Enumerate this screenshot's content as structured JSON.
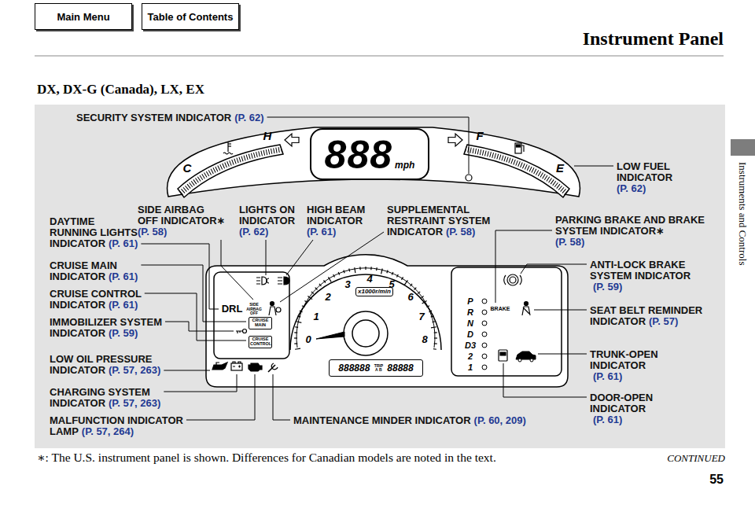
{
  "diagram": {
    "title": "Instrument Panel",
    "nodes": [
      {
        "text": [
          "Main Menu"
        ]
      },
      {
        "text": [
          "Table of Contents"
        ]
      },
      {
        "text": [
          "888",
          "mph"
        ]
      },
      {
        "text": [
          "CRUISE MAIN"
        ]
      },
      {
        "text": [
          "CRUISE CONTROL"
        ]
      },
      {
        "text": [
          "x1000r/min"
        ]
      },
      {
        "text": [
          "888888",
          "TRIP A B",
          "88888"
        ]
      }
    ],
    "labels": [
      "DX, DX-G (Canada), LX, EX",
      "SECURITY SYSTEM INDICATOR",
      "(P. 62)",
      "LOW FUEL INDICATOR",
      "(P. 62)",
      "DAYTIME RUNNING LIGHTS INDICATOR",
      "(P. 61)",
      "SIDE AIRBAG OFF INDICATOR∗",
      "(P. 58)",
      "LIGHTS ON INDICATOR",
      "(P. 62)",
      "HIGH BEAM INDICATOR",
      "(P. 61)",
      "SUPPLEMENTAL RESTRAINT SYSTEM INDICATOR",
      "(P. 58)",
      "PARKING BRAKE AND BRAKE SYSTEM INDICATOR∗",
      "(P. 58)",
      "CRUISE MAIN INDICATOR",
      "(P. 61)",
      "ANTI-LOCK BRAKE SYSTEM INDICATOR",
      "(P. 59)",
      "CRUISE CONTROL INDICATOR",
      "(P. 61)",
      "SEAT BELT REMINDER INDICATOR",
      "(P. 57)",
      "IMMOBILIZER SYSTEM INDICATOR",
      "(P. 59)",
      "TRUNK-OPEN INDICATOR",
      "(P. 61)",
      "LOW OIL PRESSURE INDICATOR",
      "(P. 57, 263)",
      "DOOR-OPEN INDICATOR",
      "(P. 61)",
      "CHARGING SYSTEM INDICATOR",
      "(P. 57, 263)",
      "MALFUNCTION INDICATOR LAMP",
      "(P. 57, 264)",
      "MAINTENANCE MINDER INDICATOR",
      "(P. 60, 209)",
      "C",
      "H",
      "F",
      "E",
      "DRL",
      "SIDE AIRBAG OFF",
      "1",
      "2",
      "3",
      "4",
      "5",
      "6",
      "7",
      "8",
      "0",
      "P",
      "R",
      "N",
      "D",
      "D3",
      "2",
      "1",
      "BRAKE",
      "∗: The U.S. instrument panel is shown. Differences for Canadian models are noted in the text.",
      "CONTINUED",
      "55",
      "Instruments and Controls"
    ]
  }
}
